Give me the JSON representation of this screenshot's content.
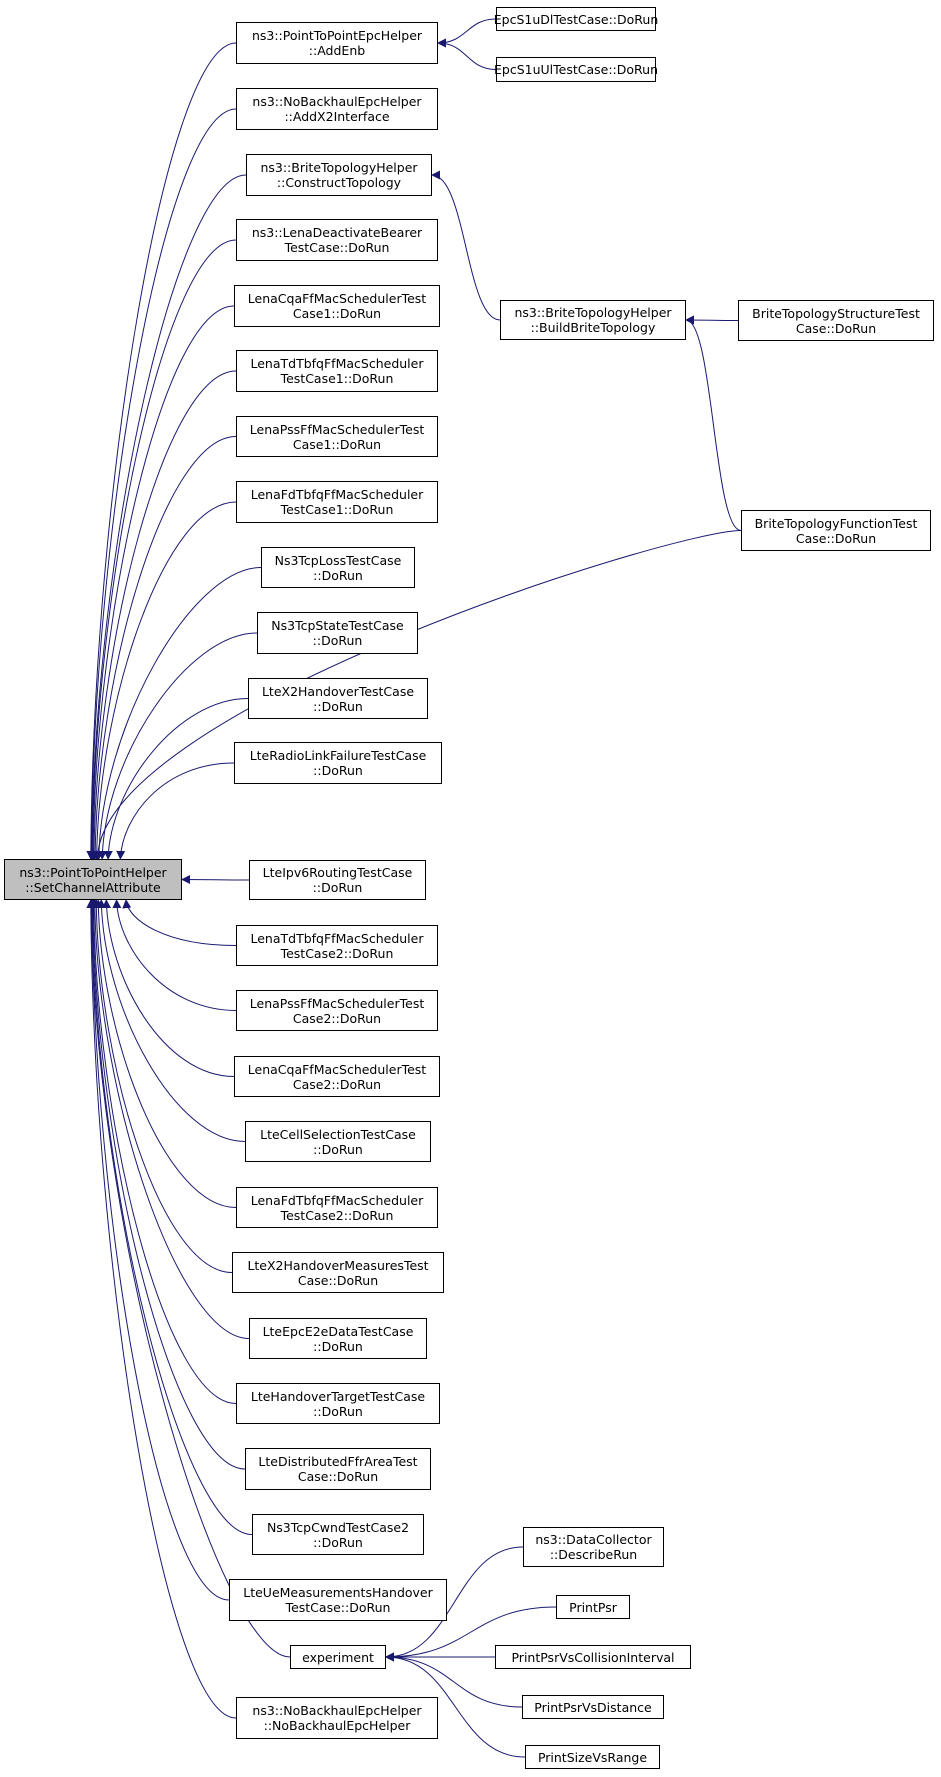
{
  "colors": {
    "edge": "#191970",
    "root_fill": "#bfbfbf",
    "node_fill": "#ffffff",
    "border": "#000000"
  },
  "nodes": [
    {
      "id": "root",
      "lines": [
        "ns3::PointToPointHelper",
        "::SetChannelAttribute"
      ]
    },
    {
      "id": "addEnb",
      "lines": [
        "ns3::PointToPointEpcHelper",
        "::AddEnb"
      ]
    },
    {
      "id": "addX2",
      "lines": [
        "ns3::NoBackhaulEpcHelper",
        "::AddX2Interface"
      ]
    },
    {
      "id": "construct",
      "lines": [
        "ns3::BriteTopologyHelper",
        "::ConstructTopology"
      ]
    },
    {
      "id": "lenaDeact",
      "lines": [
        "ns3::LenaDeactivateBearer",
        "TestCase::DoRun"
      ]
    },
    {
      "id": "cqa1",
      "lines": [
        "LenaCqaFfMacSchedulerTest",
        "Case1::DoRun"
      ]
    },
    {
      "id": "tdtbfq1",
      "lines": [
        "LenaTdTbfqFfMacScheduler",
        "TestCase1::DoRun"
      ]
    },
    {
      "id": "pss1",
      "lines": [
        "LenaPssFfMacSchedulerTest",
        "Case1::DoRun"
      ]
    },
    {
      "id": "fdtbfq1",
      "lines": [
        "LenaFdTbfqFfMacScheduler",
        "TestCase1::DoRun"
      ]
    },
    {
      "id": "tcpLoss",
      "lines": [
        "Ns3TcpLossTestCase",
        "::DoRun"
      ]
    },
    {
      "id": "tcpState",
      "lines": [
        "Ns3TcpStateTestCase",
        "::DoRun"
      ]
    },
    {
      "id": "x2ho",
      "lines": [
        "LteX2HandoverTestCase",
        "::DoRun"
      ]
    },
    {
      "id": "rlf",
      "lines": [
        "LteRadioLinkFailureTestCase",
        "::DoRun"
      ]
    },
    {
      "id": "ipv6",
      "lines": [
        "LteIpv6RoutingTestCase",
        "::DoRun"
      ]
    },
    {
      "id": "tdtbfq2",
      "lines": [
        "LenaTdTbfqFfMacScheduler",
        "TestCase2::DoRun"
      ]
    },
    {
      "id": "pss2",
      "lines": [
        "LenaPssFfMacSchedulerTest",
        "Case2::DoRun"
      ]
    },
    {
      "id": "cqa2",
      "lines": [
        "LenaCqaFfMacSchedulerTest",
        "Case2::DoRun"
      ]
    },
    {
      "id": "cellSel",
      "lines": [
        "LteCellSelectionTestCase",
        "::DoRun"
      ]
    },
    {
      "id": "fdtbfq2",
      "lines": [
        "LenaFdTbfqFfMacScheduler",
        "TestCase2::DoRun"
      ]
    },
    {
      "id": "x2meas",
      "lines": [
        "LteX2HandoverMeasuresTest",
        "Case::DoRun"
      ]
    },
    {
      "id": "e2e",
      "lines": [
        "LteEpcE2eDataTestCase",
        "::DoRun"
      ]
    },
    {
      "id": "hoTarget",
      "lines": [
        "LteHandoverTargetTestCase",
        "::DoRun"
      ]
    },
    {
      "id": "distFfr",
      "lines": [
        "LteDistributedFfrAreaTest",
        "Case::DoRun"
      ]
    },
    {
      "id": "tcpCwnd",
      "lines": [
        "Ns3TcpCwndTestCase2",
        "::DoRun"
      ]
    },
    {
      "id": "ueMeas",
      "lines": [
        "LteUeMeasurementsHandover",
        "TestCase::DoRun"
      ]
    },
    {
      "id": "experiment",
      "lines": [
        "experiment"
      ]
    },
    {
      "id": "noBackhaulCtor",
      "lines": [
        "ns3::NoBackhaulEpcHelper",
        "::NoBackhaulEpcHelper"
      ]
    },
    {
      "id": "s1uDl",
      "lines": [
        "EpcS1uDlTestCase::DoRun"
      ]
    },
    {
      "id": "s1uUl",
      "lines": [
        "EpcS1uUlTestCase::DoRun"
      ]
    },
    {
      "id": "buildBrite",
      "lines": [
        "ns3::BriteTopologyHelper",
        "::BuildBriteTopology"
      ]
    },
    {
      "id": "briteStruct",
      "lines": [
        "BriteTopologyStructureTest",
        "Case::DoRun"
      ]
    },
    {
      "id": "briteFunc",
      "lines": [
        "BriteTopologyFunctionTest",
        "Case::DoRun"
      ]
    },
    {
      "id": "describeRun",
      "lines": [
        "ns3::DataCollector",
        "::DescribeRun"
      ]
    },
    {
      "id": "printPsr",
      "lines": [
        "PrintPsr"
      ]
    },
    {
      "id": "printPsrColl",
      "lines": [
        "PrintPsrVsCollisionInterval"
      ]
    },
    {
      "id": "printPsrDist",
      "lines": [
        "PrintPsrVsDistance"
      ]
    },
    {
      "id": "printSize",
      "lines": [
        "PrintSizeVsRange"
      ]
    }
  ],
  "edges": [
    [
      "addEnb",
      "root"
    ],
    [
      "addX2",
      "root"
    ],
    [
      "construct",
      "root"
    ],
    [
      "lenaDeact",
      "root"
    ],
    [
      "cqa1",
      "root"
    ],
    [
      "tdtbfq1",
      "root"
    ],
    [
      "pss1",
      "root"
    ],
    [
      "fdtbfq1",
      "root"
    ],
    [
      "tcpLoss",
      "root"
    ],
    [
      "tcpState",
      "root"
    ],
    [
      "x2ho",
      "root"
    ],
    [
      "rlf",
      "root"
    ],
    [
      "briteFunc",
      "root"
    ],
    [
      "ipv6",
      "root"
    ],
    [
      "tdtbfq2",
      "root"
    ],
    [
      "pss2",
      "root"
    ],
    [
      "cqa2",
      "root"
    ],
    [
      "cellSel",
      "root"
    ],
    [
      "fdtbfq2",
      "root"
    ],
    [
      "x2meas",
      "root"
    ],
    [
      "e2e",
      "root"
    ],
    [
      "hoTarget",
      "root"
    ],
    [
      "distFfr",
      "root"
    ],
    [
      "tcpCwnd",
      "root"
    ],
    [
      "ueMeas",
      "root"
    ],
    [
      "experiment",
      "root"
    ],
    [
      "noBackhaulCtor",
      "root"
    ],
    [
      "s1uDl",
      "addEnb"
    ],
    [
      "s1uUl",
      "addEnb"
    ],
    [
      "buildBrite",
      "construct"
    ],
    [
      "briteStruct",
      "buildBrite"
    ],
    [
      "briteFunc",
      "buildBrite"
    ],
    [
      "describeRun",
      "experiment"
    ],
    [
      "printPsr",
      "experiment"
    ],
    [
      "printPsrColl",
      "experiment"
    ],
    [
      "printPsrDist",
      "experiment"
    ],
    [
      "printSize",
      "experiment"
    ]
  ]
}
